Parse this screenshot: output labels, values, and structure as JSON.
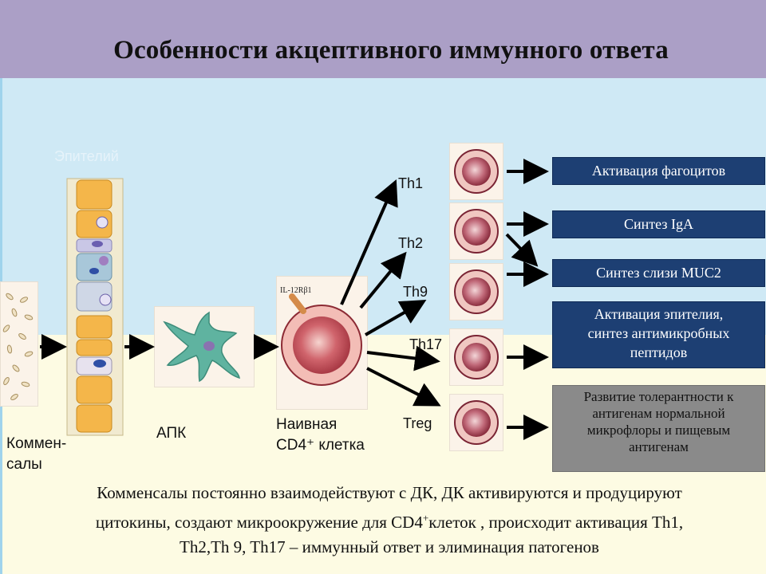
{
  "title": "Особенности акцептивного иммунного ответа",
  "labels": {
    "epithelium": "Эпителий",
    "commensals_line1": "Коммен-",
    "commensals_line2": "салы",
    "apc": "АПК",
    "naive_line1": "Наивная",
    "naive_line2": "CD4⁺ клетка",
    "receptor": "IL-12Rβ1"
  },
  "th_cells": [
    "Th1",
    "Th2",
    "Th9",
    "Th17",
    "Treg"
  ],
  "outcomes": {
    "phagocytes": "Активация фагоцитов",
    "iga": "Синтез IgA",
    "muc2": "Синтез слизи MUC2",
    "epi_line1": "Активация эпителия,",
    "epi_line2": "синтез антимикробных",
    "epi_line3": "пептидов",
    "tol_line1": "Развитие толерантности к",
    "tol_line2": "антигенам нормальной",
    "tol_line3": "микрофлоры и пищевым",
    "tol_line4": "антигенам"
  },
  "caption": {
    "line1": "Комменсалы постоянно взаимодействуют с ДК, ДК активируются и продуцируют",
    "line2_a": "цитокины, создают микроокружение для CD4",
    "line2_sup": "+",
    "line2_b": "клеток , происходит активация Th1,",
    "line3": "Th2,Th 9, Th17 – иммунный ответ и элиминация патогенов"
  },
  "colors": {
    "header": "#ab9fc6",
    "sky": "#cfe9f5",
    "cream": "#fdfbe3",
    "box_blue": "#1d3f73",
    "box_gray": "#8a8a8a",
    "cell": "#b3475a"
  }
}
